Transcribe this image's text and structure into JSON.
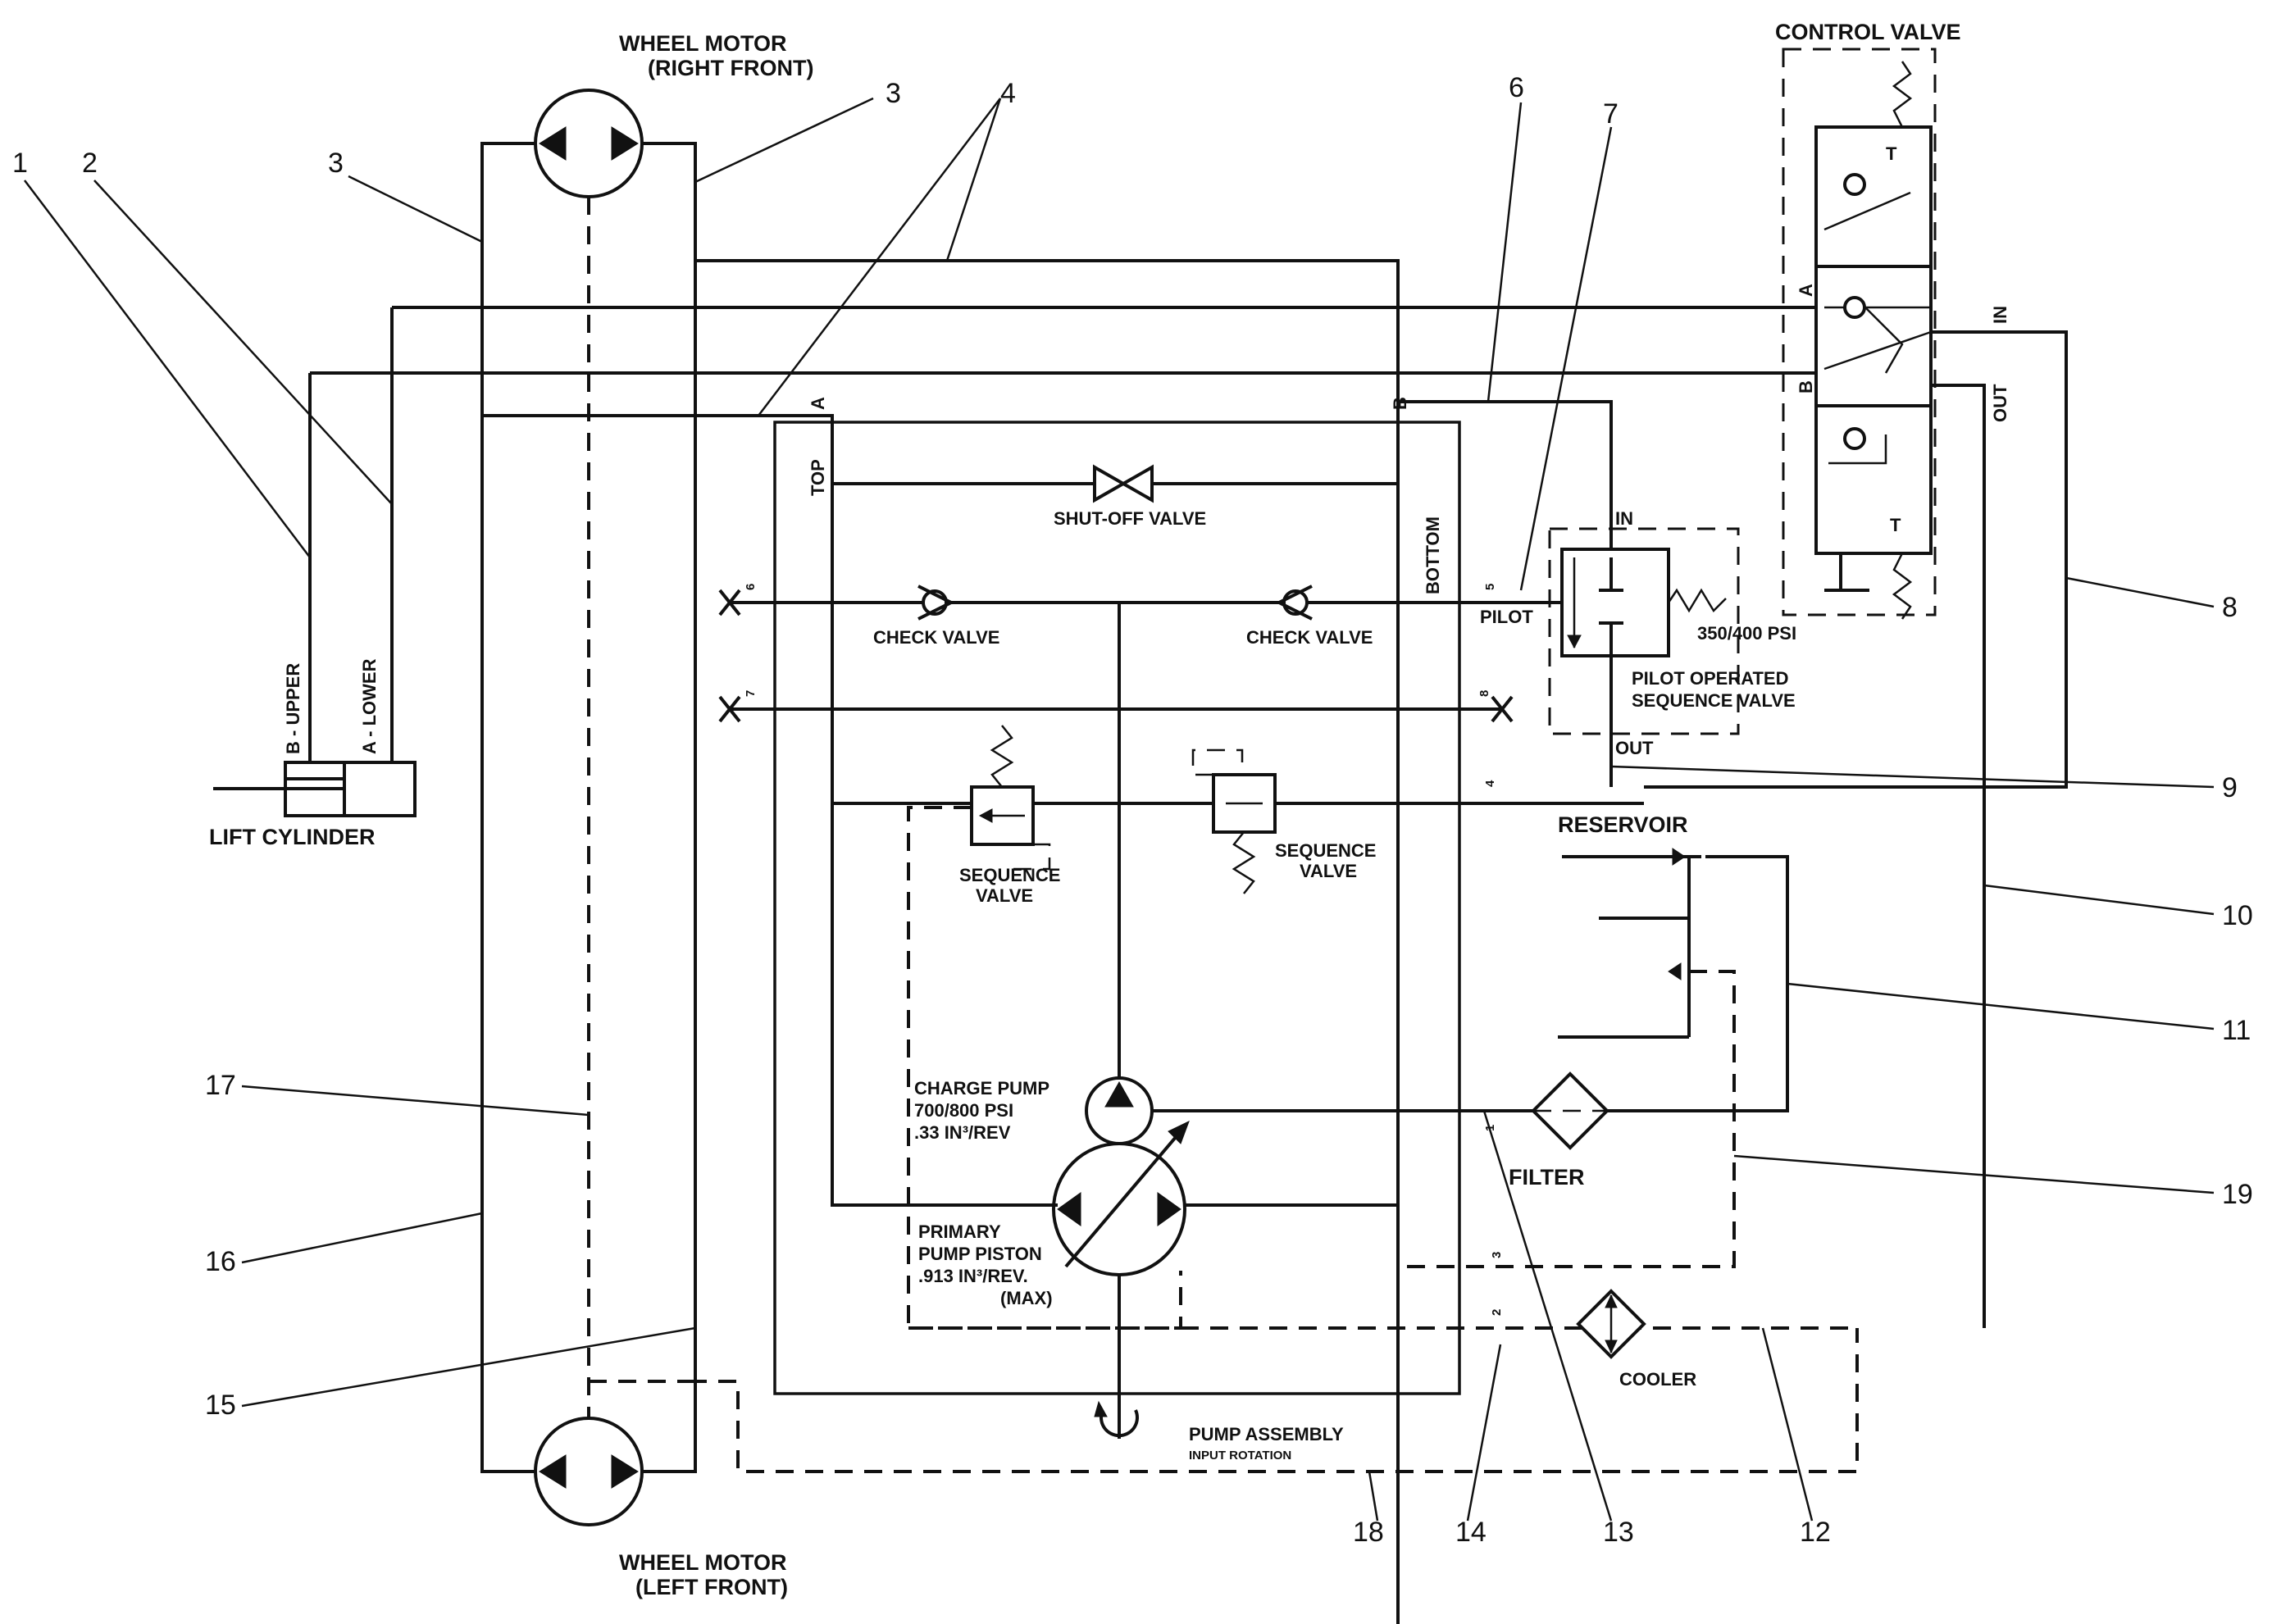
{
  "labels": {
    "wheel_motor_rf_1": "WHEEL MOTOR",
    "wheel_motor_rf_2": "(RIGHT FRONT)",
    "wheel_motor_lf_1": "WHEEL MOTOR",
    "wheel_motor_lf_2": "(LEFT FRONT)",
    "control_valve": "CONTROL VALVE",
    "shut_off_valve": "SHUT-OFF VALVE",
    "check_valve_left": "CHECK VALVE",
    "check_valve_right": "CHECK VALVE",
    "sequence_valve_left_1": "SEQUENCE",
    "sequence_valve_left_2": "VALVE",
    "sequence_valve_right_1": "SEQUENCE",
    "sequence_valve_right_2": "VALVE",
    "pilot": "PILOT",
    "pilot_pressure": "350/400 PSI",
    "pilot_seq_1": "PILOT OPERATED",
    "pilot_seq_2": "SEQUENCE VALVE",
    "in_seq": "IN",
    "out_seq": "OUT",
    "reservoir": "RESERVOIR",
    "filter": "FILTER",
    "cooler": "COOLER",
    "charge_pump_1": "CHARGE PUMP",
    "charge_pump_2": "700/800 PSI",
    "charge_pump_3": ".33 IN³/REV",
    "primary_pump_1": "PRIMARY",
    "primary_pump_2": "PUMP PISTON",
    "primary_pump_3": ".913 IN³/REV.",
    "primary_pump_4": "(MAX)",
    "pump_assembly_1": "PUMP ASSEMBLY",
    "pump_assembly_2": "INPUT ROTATION",
    "lift_cylinder": "LIFT CYLINDER",
    "b_upper": "B - UPPER",
    "a_lower": "A - LOWER",
    "top": "TOP",
    "bottom": "BOTTOM",
    "port_a": "A",
    "port_b": "B",
    "cv_a": "A",
    "cv_b": "B",
    "cv_in": "IN",
    "cv_out": "OUT",
    "cv_t1": "T",
    "cv_t2": "T",
    "p1": "1",
    "p2": "2",
    "p3": "3",
    "p4": "4",
    "p5": "5",
    "p6": "6",
    "p7": "7",
    "p8": "8"
  },
  "callouts": [
    "1",
    "2",
    "3",
    "3",
    "4",
    "6",
    "7",
    "8",
    "9",
    "10",
    "11",
    "19",
    "12",
    "13",
    "14",
    "18",
    "15",
    "16",
    "17"
  ]
}
